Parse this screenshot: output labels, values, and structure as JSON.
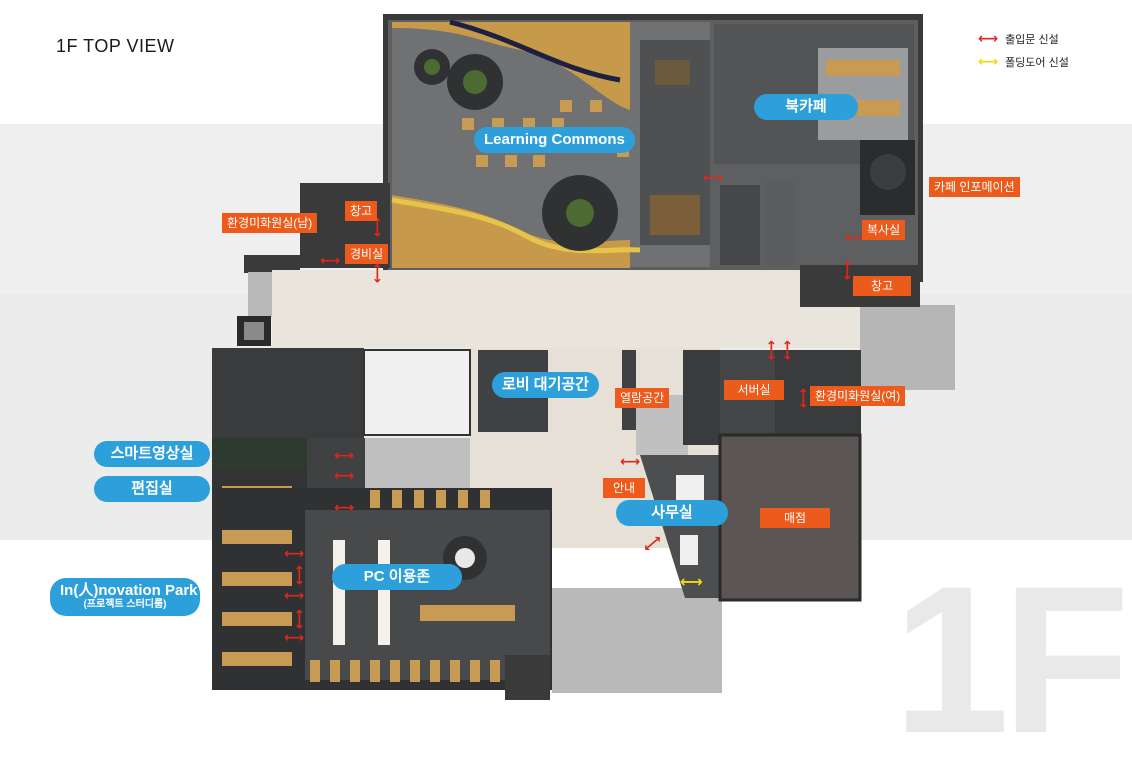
{
  "page_title": "1F TOP VIEW",
  "floor_mark": "1F",
  "legend": [
    {
      "label": "출입문 신설",
      "color": "#e0271b"
    },
    {
      "label": "폴딩도어 신설",
      "color": "#f5d90a"
    }
  ],
  "rooms_blue": {
    "learning_commons": "Learning Commons",
    "book_cafe": "북카페",
    "lobby_waiting": "로비 대기공간",
    "smart_video": "스마트영상실",
    "editing": "편집실",
    "innovation_park": "In(人)novation Park",
    "innovation_park_sub": "(프로젝트 스터디룸)",
    "pc_zone": "PC 이용존",
    "office": "사무실"
  },
  "rooms_orange": {
    "storage_left": "창고",
    "restroom_men": "환경미화원실(남)",
    "security": "경비실",
    "cafe_info": "카페 인포메이션",
    "copy_room": "복사실",
    "storage_right": "창고",
    "reading_space": "열람공간",
    "server_room": "서버실",
    "restroom_women": "환경미화원실(여)",
    "info_desk": "안내",
    "store": "매점"
  },
  "colors": {
    "blue_label": "#2da0dc",
    "orange_label": "#ec5a1c",
    "door_arrow": "#e0271b",
    "folding_arrow": "#f5d90a"
  }
}
